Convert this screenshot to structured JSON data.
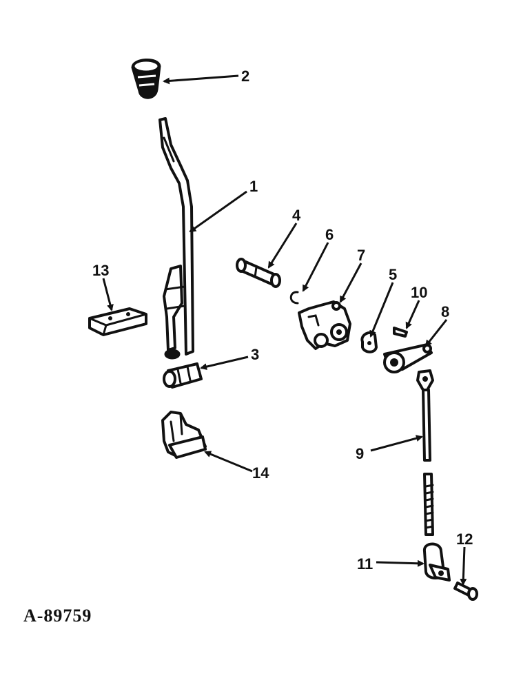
{
  "drawing_number": "A-89759",
  "callouts": [
    {
      "id": "1",
      "text": "1"
    },
    {
      "id": "2",
      "text": "2"
    },
    {
      "id": "3",
      "text": "3"
    },
    {
      "id": "4",
      "text": "4"
    },
    {
      "id": "5",
      "text": "5"
    },
    {
      "id": "6",
      "text": "6"
    },
    {
      "id": "7",
      "text": "7"
    },
    {
      "id": "8",
      "text": "8"
    },
    {
      "id": "9",
      "text": "9"
    },
    {
      "id": "10",
      "text": "10"
    },
    {
      "id": "11",
      "text": "11"
    },
    {
      "id": "12",
      "text": "12"
    },
    {
      "id": "13",
      "text": "13"
    },
    {
      "id": "14",
      "text": "14"
    }
  ]
}
